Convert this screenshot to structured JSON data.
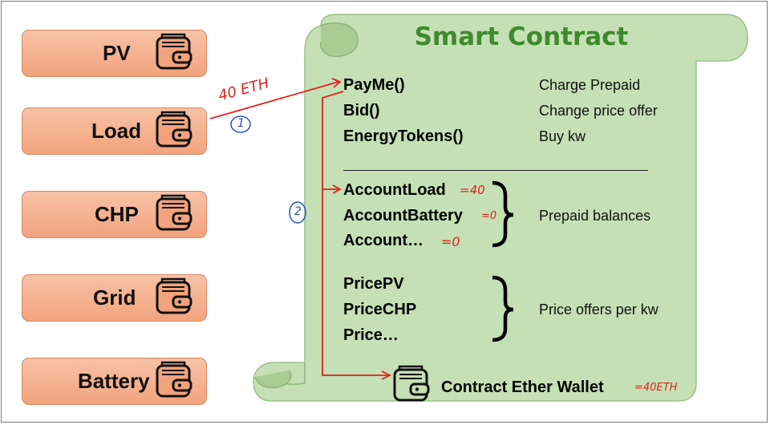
{
  "actors": [
    {
      "label": "PV"
    },
    {
      "label": "Load"
    },
    {
      "label": "CHP"
    },
    {
      "label": "Grid"
    },
    {
      "label": "Battery"
    }
  ],
  "contract": {
    "title": "Smart Contract",
    "functions": [
      {
        "name": "PayMe()",
        "desc": "Charge Prepaid"
      },
      {
        "name": "Bid()",
        "desc": "Change price offer"
      },
      {
        "name": "EnergyTokens()",
        "desc": "Buy kw"
      }
    ],
    "accounts": [
      "AccountLoad",
      "AccountBattery",
      "Account…"
    ],
    "accounts_desc": "Prepaid balances",
    "prices": [
      "PricePV",
      "PriceCHP",
      "Price…"
    ],
    "prices_desc": "Price offers per kw",
    "wallet_label": "Contract Ether Wallet"
  },
  "annotations": {
    "payment": "40 ETH",
    "step1": "1",
    "step2": "2",
    "account_load_value": "=40",
    "account_battery_value": "=0",
    "account_other_value": "=0",
    "wallet_value": "=40ETH"
  },
  "colors": {
    "actor_fill": "#f2a37d",
    "scroll_fill": "#c5e0b4",
    "title": "#3f8a2f",
    "annotation": "#dd2222",
    "step_marker": "#2a50c8"
  }
}
